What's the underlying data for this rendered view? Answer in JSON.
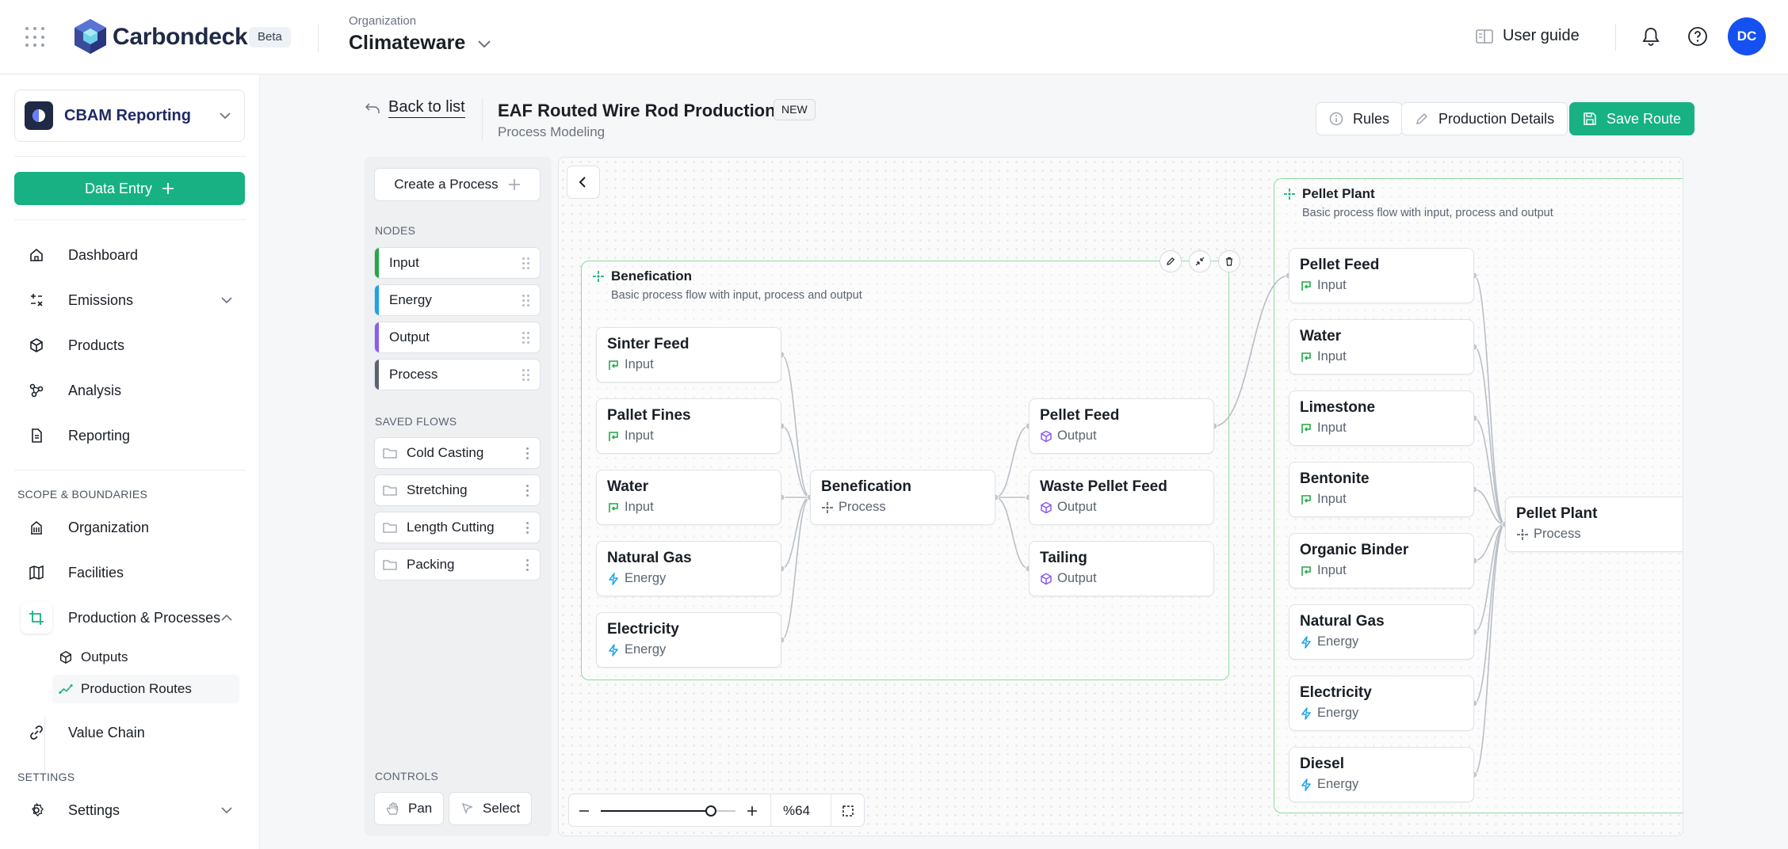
{
  "topbar": {
    "brand": "Carbondeck",
    "beta": "Beta",
    "org_label": "Organization",
    "org_name": "Climateware",
    "user_guide": "User guide",
    "avatar": "DC"
  },
  "sidebar": {
    "module": "CBAM Reporting",
    "data_entry": "Data Entry",
    "items": [
      {
        "label": "Dashboard"
      },
      {
        "label": "Emissions"
      },
      {
        "label": "Products"
      },
      {
        "label": "Analysis"
      },
      {
        "label": "Reporting"
      }
    ],
    "section_scope": "SCOPE & BOUNDARIES",
    "scope_items": [
      {
        "label": "Organization"
      },
      {
        "label": "Facilities"
      },
      {
        "label": "Production & Processes"
      }
    ],
    "sub_items": [
      {
        "label": "Outputs"
      },
      {
        "label": "Production Routes"
      }
    ],
    "value_chain": "Value Chain",
    "section_settings": "SETTINGS",
    "settings": "Settings"
  },
  "header": {
    "back": "Back to list",
    "title": "EAF Routed Wire Rod Production",
    "badge": "NEW",
    "subtitle": "Process Modeling",
    "rules": "Rules",
    "production_details": "Production Details",
    "save_route": "Save Route"
  },
  "panel": {
    "create": "Create a Process",
    "nodes_label": "NODES",
    "nodes": [
      {
        "label": "Input",
        "color": "#22a845"
      },
      {
        "label": "Energy",
        "color": "#1aa3e8"
      },
      {
        "label": "Output",
        "color": "#8b5cf6"
      },
      {
        "label": "Process",
        "color": "#5b6470"
      }
    ],
    "saved_label": "SAVED FLOWS",
    "saved": [
      {
        "label": "Cold Casting"
      },
      {
        "label": "Stretching"
      },
      {
        "label": "Length Cutting"
      },
      {
        "label": "Packing"
      }
    ],
    "controls_label": "CONTROLS",
    "pan": "Pan",
    "select": "Select"
  },
  "canvas": {
    "zoom": "%64",
    "benefication": {
      "title": "Benefication",
      "subtitle": "Basic process flow with input, process and output",
      "inputs": [
        {
          "name": "Sinter Feed",
          "type": "Input"
        },
        {
          "name": "Pallet Fines",
          "type": "Input"
        },
        {
          "name": "Water",
          "type": "Input"
        },
        {
          "name": "Natural Gas",
          "type": "Energy"
        },
        {
          "name": "Electricity",
          "type": "Energy"
        }
      ],
      "process": {
        "name": "Benefication",
        "type": "Process"
      },
      "outputs": [
        {
          "name": "Pellet Feed",
          "type": "Output"
        },
        {
          "name": "Waste Pellet Feed",
          "type": "Output"
        },
        {
          "name": "Tailing",
          "type": "Output"
        }
      ]
    },
    "pellet_plant": {
      "title": "Pellet Plant",
      "subtitle": "Basic process flow with input, process and output",
      "inputs": [
        {
          "name": "Pellet Feed",
          "type": "Input"
        },
        {
          "name": "Water",
          "type": "Input"
        },
        {
          "name": "Limestone",
          "type": "Input"
        },
        {
          "name": "Bentonite",
          "type": "Input"
        },
        {
          "name": "Organic Binder",
          "type": "Input"
        },
        {
          "name": "Natural Gas",
          "type": "Energy"
        },
        {
          "name": "Electricity",
          "type": "Energy"
        },
        {
          "name": "Diesel",
          "type": "Energy"
        }
      ],
      "process": {
        "name": "Pellet Plant",
        "type": "Process"
      }
    }
  },
  "colors": {
    "accent": "#17b184",
    "input": "#22a845",
    "energy": "#1aa3e8",
    "output": "#8b5cf6",
    "group_border": "#8fdb9e",
    "avatar": "#1550f0"
  }
}
